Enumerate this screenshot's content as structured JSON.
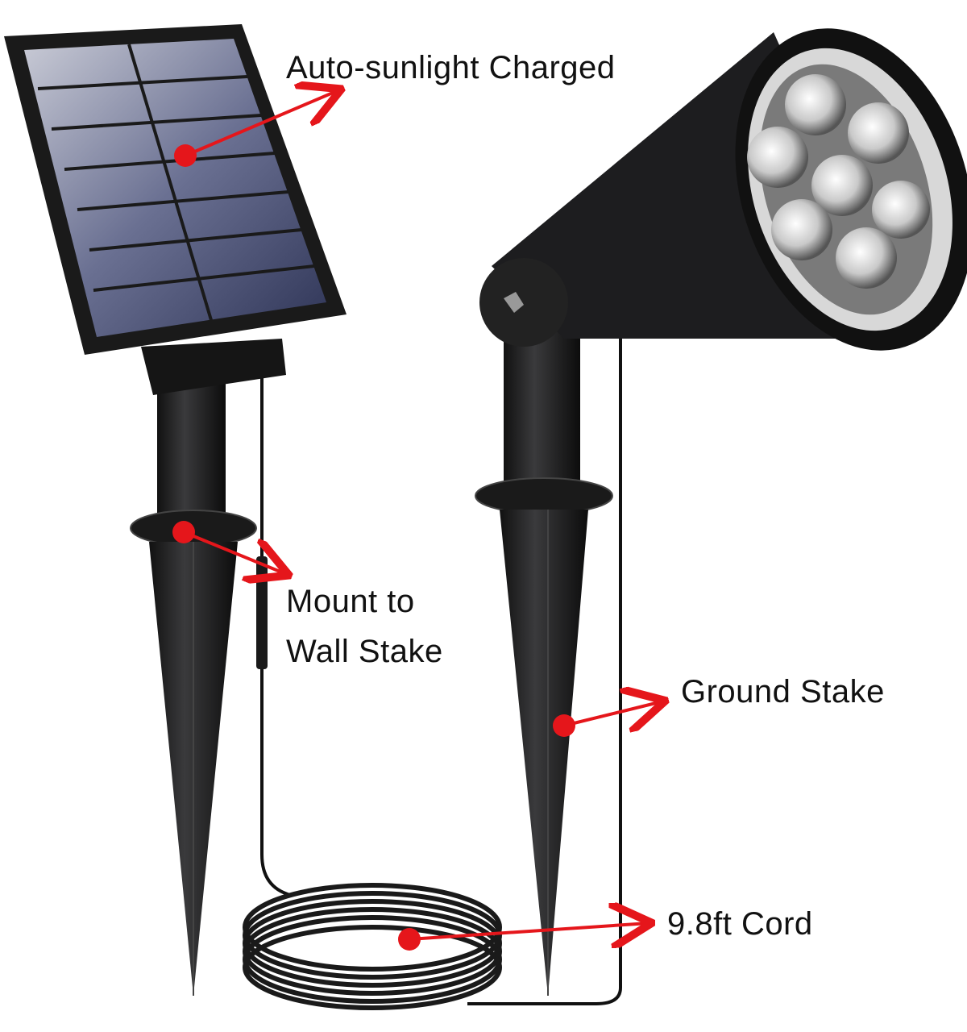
{
  "labels": {
    "charging": "Auto-sunlight Charged",
    "mount_line1": "Mount to",
    "mount_line2": "Wall Stake",
    "ground": "Ground Stake",
    "cord": "9.8ft Cord"
  },
  "colors": {
    "accent": "#e5161b",
    "product": "#1c1c1e",
    "panel_cells": "#3b4266"
  }
}
